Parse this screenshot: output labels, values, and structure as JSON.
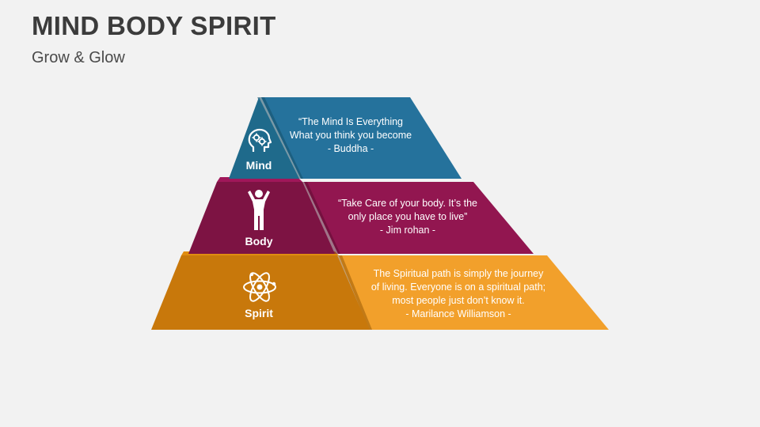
{
  "title": "MIND BODY SPIRIT",
  "subtitle": "Grow & Glow",
  "levels": [
    {
      "label": "Mind",
      "icon": "mind-head-gears-icon",
      "quote": [
        "“The Mind Is Everything",
        "What you think you become",
        "- Buddha -"
      ],
      "colors": {
        "front": "#1f6a8b",
        "back": "#25729c",
        "side": "#16506a"
      }
    },
    {
      "label": "Body",
      "icon": "body-person-icon",
      "quote": [
        "“Take Care of your body. It’s the",
        "only place you have to live”",
        "- Jim rohan -"
      ],
      "colors": {
        "front": "#7d1343",
        "back": "#921650",
        "side": "#5c0d31"
      }
    },
    {
      "label": "Spirit",
      "icon": "spirit-atom-icon",
      "quote": [
        "The Spiritual path is simply the journey",
        "of living. Everyone is on a spiritual path;",
        "most people just don’t know it.",
        "-  Marilance Williamson -"
      ],
      "colors": {
        "front": "#c8780b",
        "back": "#f2a02b",
        "side": "#9a5b06"
      }
    }
  ]
}
